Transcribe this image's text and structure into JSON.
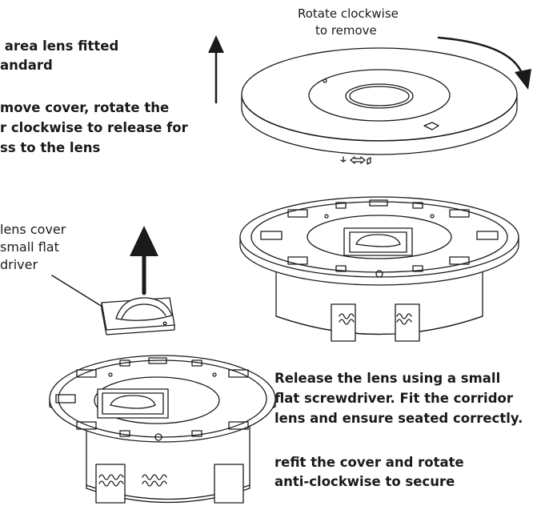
{
  "labels": {
    "rotate_line1": "Rotate clockwise",
    "rotate_line2": "to remove",
    "fitted_line1": " area lens fitted",
    "fitted_line2": "andard",
    "remove_line1": "move cover, rotate the",
    "remove_line2": "r clockwise to release for",
    "remove_line3": "ss to the lens",
    "lenscover_line1": "lens cover",
    "lenscover_line2": "small flat",
    "lenscover_line3": "driver",
    "release_line1": "Release the lens using a small",
    "release_line2": "flat screwdriver. Fit the corridor",
    "release_line3": "lens and ensure seated correctly.",
    "refit_line1": "refit the cover and rotate",
    "refit_line2": "anti-clockwise to secure"
  },
  "icons": [
    "up-arrow-icon",
    "clockwise-arrow-icon",
    "lock-icon",
    "left-right-arrow-icon",
    "unlock-icon"
  ],
  "colors": {
    "line": "#1a1a1a",
    "fill": "#ffffff",
    "shade": "#d8d8d8"
  }
}
